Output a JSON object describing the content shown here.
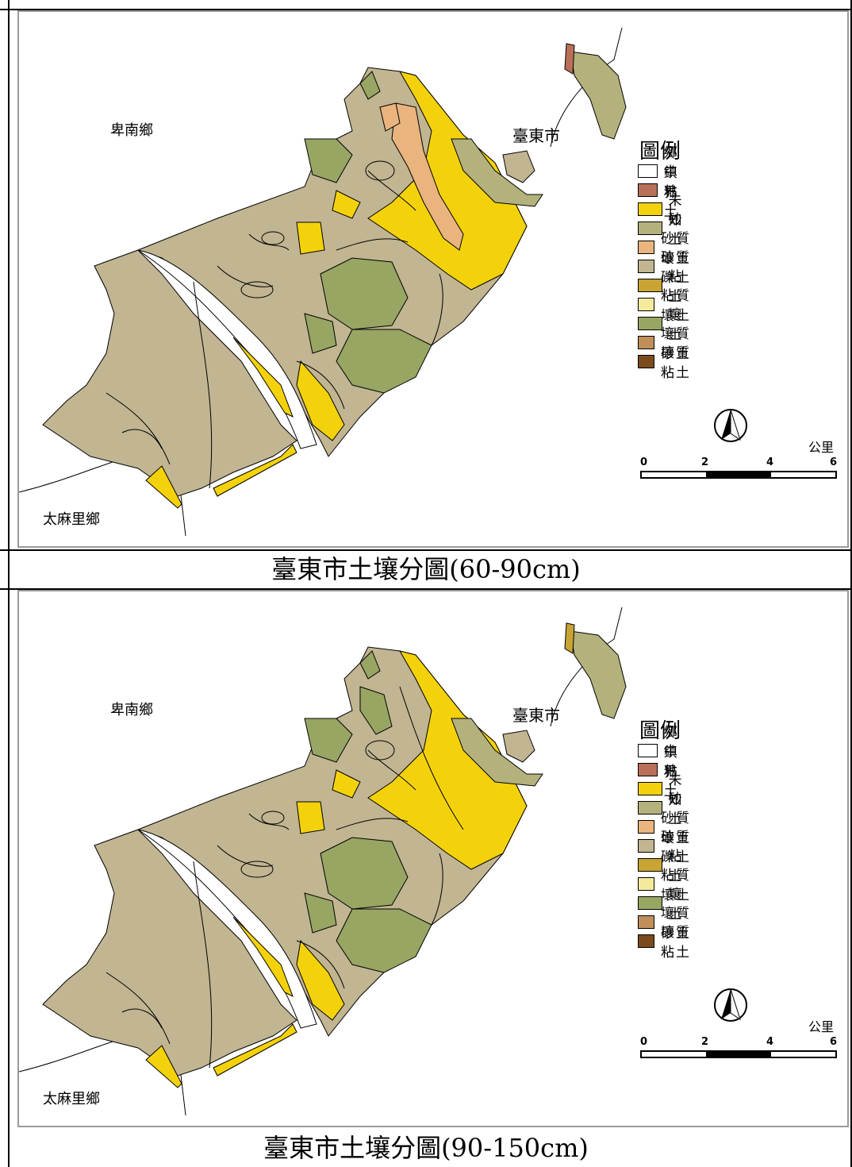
{
  "colors": {
    "border": "#ffffff",
    "medium_clay": "#b9705a",
    "unknown": "#f4d20b",
    "sand": "#b4b27c",
    "sandy_loam": "#e9b47d",
    "sandy_gravel": "#c1b592",
    "clay": "#c7a434",
    "clay_loam": "#f4ea9c",
    "loam": "#97a663",
    "loamy_sand": "#c08f59",
    "loamy_clay": "#7a4b1e",
    "outline": "#000000"
  },
  "maps": [
    {
      "caption": "臺東市土壤分圖(60-90cm)",
      "places": {
        "north": "卑南鄉",
        "city": "臺東市",
        "south": "太麻里鄉"
      },
      "legend": {
        "title": "圖例",
        "items": [
          {
            "label": "鄉鎮界",
            "color": "#ffffff"
          },
          {
            "label": "中粘土",
            "color": "#b9705a"
          },
          {
            "label": "未知",
            "color": "#f4d20b"
          },
          {
            "label": "砂土",
            "color": "#b4b27c"
          },
          {
            "label": "砂質壤土",
            "color": "#e9b47d"
          },
          {
            "label": "砂質礫土",
            "color": "#c1b592"
          },
          {
            "label": "粘土",
            "color": "#c7a434"
          },
          {
            "label": "粘質壤土",
            "color": "#f4ea9c"
          },
          {
            "label": "壤土",
            "color": "#97a663"
          },
          {
            "label": "壤質砂土",
            "color": "#c08f59"
          },
          {
            "label": "壤質粘土",
            "color": "#7a4b1e"
          }
        ]
      },
      "scale": {
        "unit": "公里",
        "ticks": [
          "0",
          "2",
          "4",
          "6"
        ]
      },
      "north_arrow": "north-arrow-icon"
    },
    {
      "caption": "臺東市土壤分圖(90-150cm)",
      "places": {
        "north": "卑南鄉",
        "city": "臺東市",
        "south": "太麻里鄉"
      },
      "legend": {
        "title": "圖例",
        "items": [
          {
            "label": "鄉鎮界",
            "color": "#ffffff"
          },
          {
            "label": "中粘土",
            "color": "#b9705a"
          },
          {
            "label": "未知",
            "color": "#f4d20b"
          },
          {
            "label": "砂土",
            "color": "#b4b27c"
          },
          {
            "label": "砂質壤土",
            "color": "#e9b47d"
          },
          {
            "label": "砂質礫土",
            "color": "#c1b592"
          },
          {
            "label": "粘土",
            "color": "#c7a434"
          },
          {
            "label": "粘質壤土",
            "color": "#f4ea9c"
          },
          {
            "label": "壤土",
            "color": "#97a663"
          },
          {
            "label": "壤質砂土",
            "color": "#c08f59"
          },
          {
            "label": "壤質粘土",
            "color": "#7a4b1e"
          }
        ]
      },
      "scale": {
        "unit": "公里",
        "ticks": [
          "0",
          "2",
          "4",
          "6"
        ]
      },
      "north_arrow": "north-arrow-icon"
    }
  ]
}
